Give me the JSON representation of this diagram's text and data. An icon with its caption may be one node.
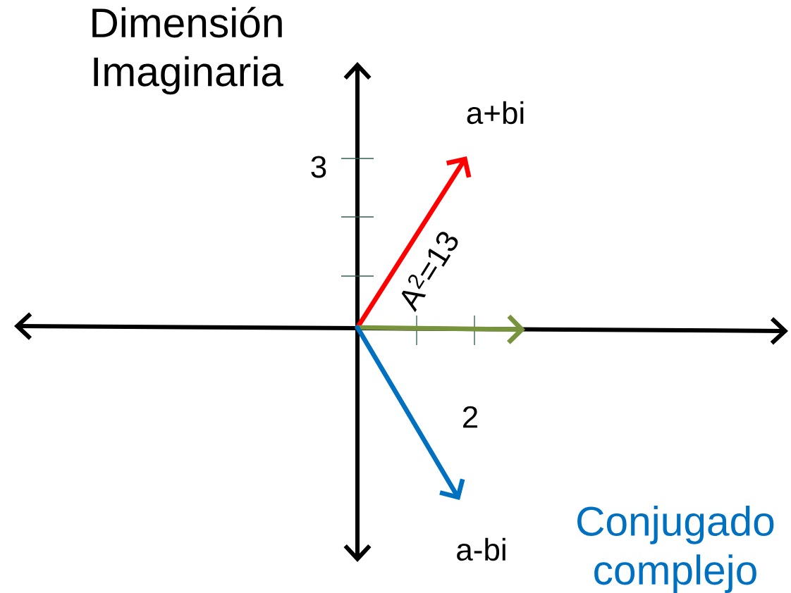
{
  "diagram": {
    "labels": [
      "Dimensión Imaginaria",
      "a+bi",
      "3",
      "A$^{2}$=13",
      "2",
      "a-bi",
      "Conjugado complejo"
    ]
  }
}
